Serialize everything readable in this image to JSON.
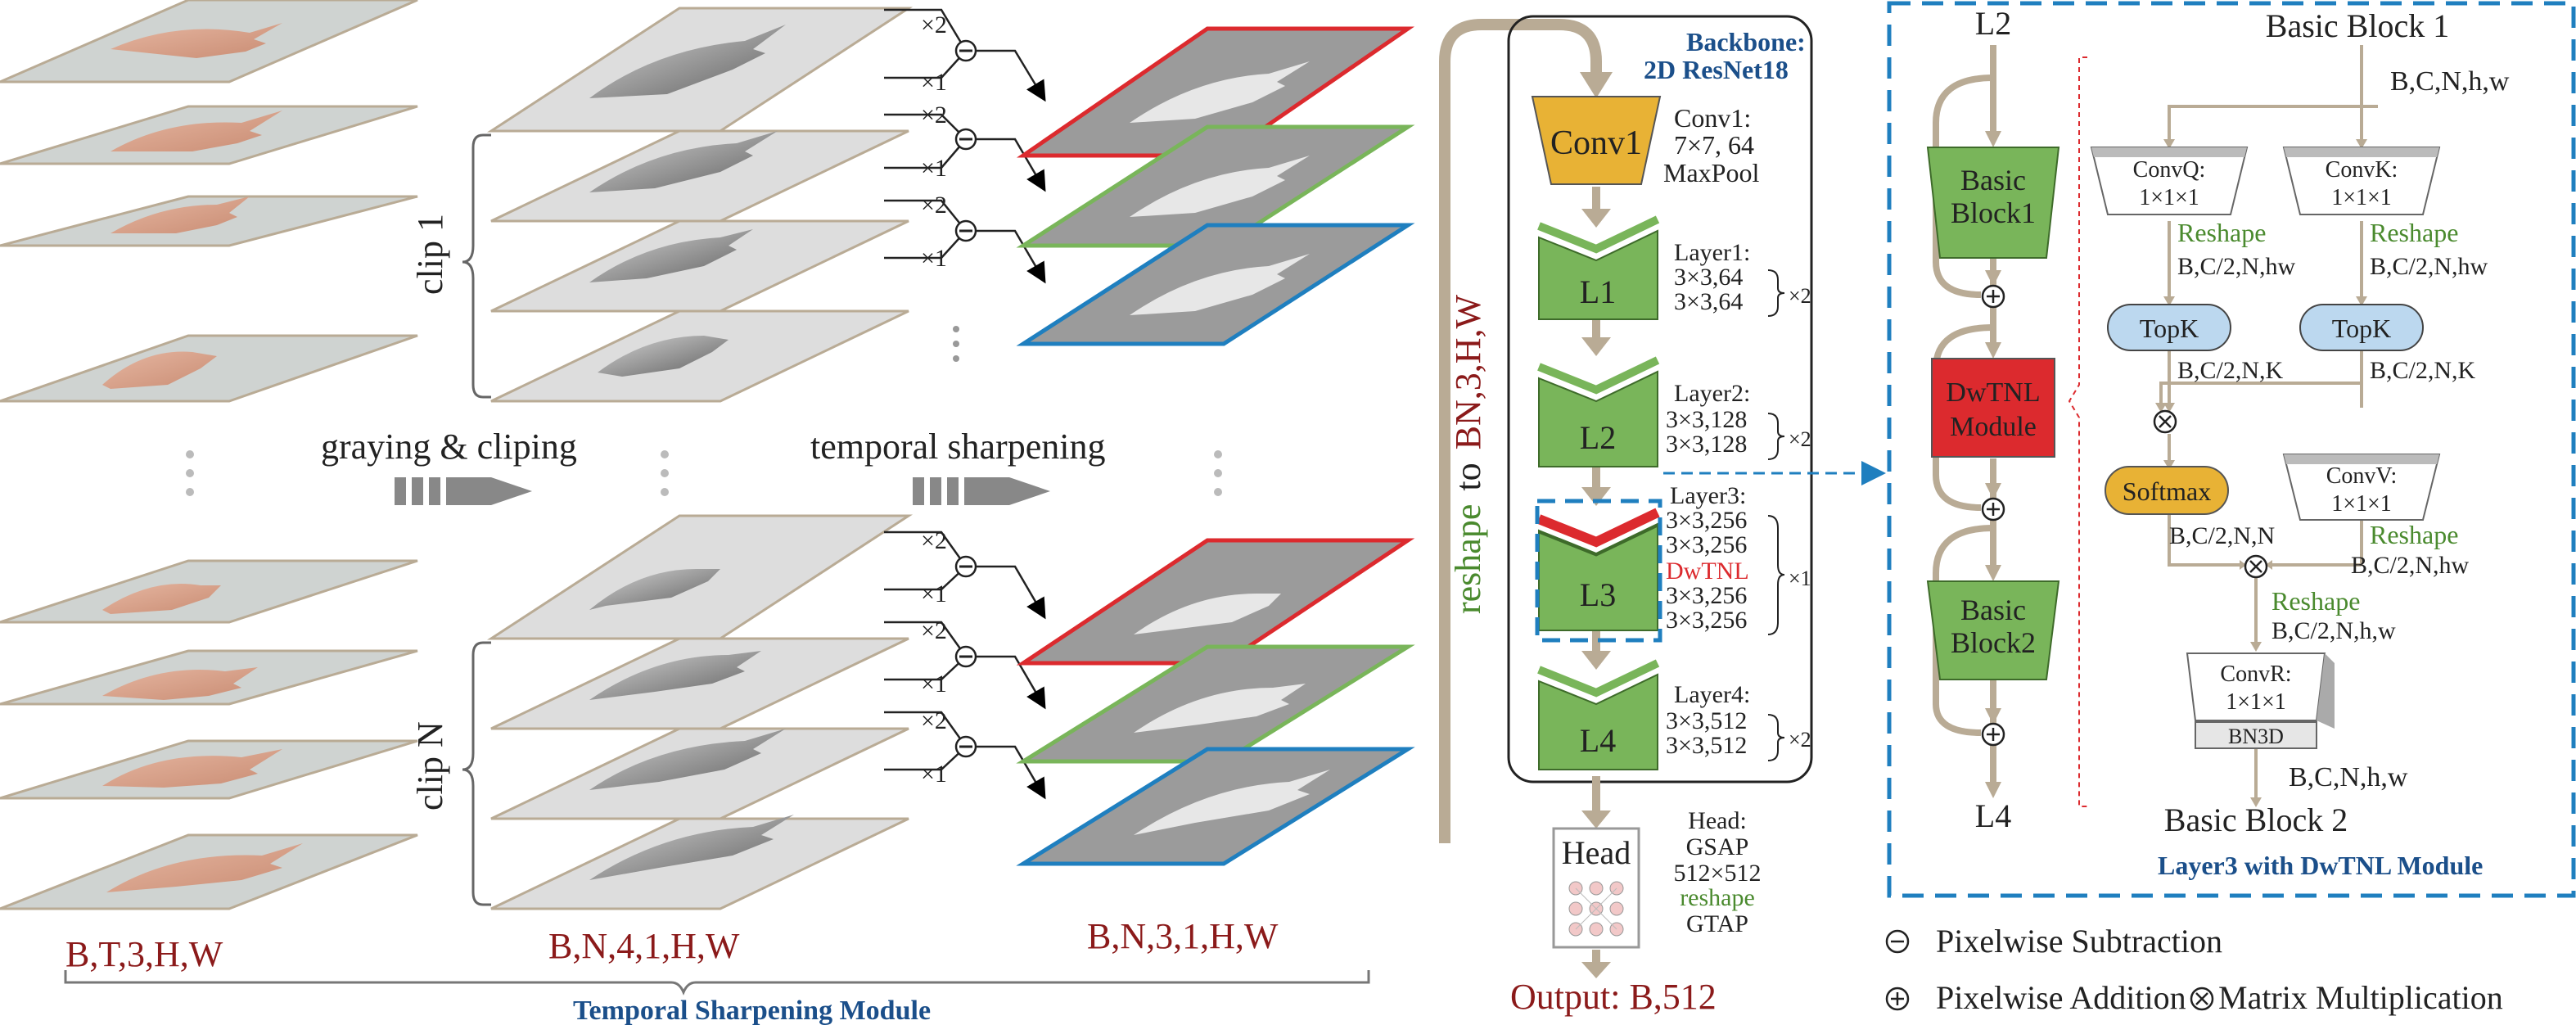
{
  "labels": {
    "tensor_input": "B,T,3,H,W",
    "tensor_gray": "B,N,4,1,H,W",
    "tensor_sharp": "B,N,3,1,H,W",
    "clip1": "clip 1",
    "clipN": "clip N",
    "graying": "graying & cliping",
    "temporal": "temporal sharpening",
    "tsm_title": "Temporal Sharpening Module",
    "reshape_text": "reshape",
    "reshape_to": "to",
    "reshape_shape": "BN,3,H,W",
    "x2": "×2",
    "x1": "×1",
    "dots": "⋮"
  },
  "backbone": {
    "title_line1": "Backbone:",
    "title_line2": "2D ResNet18",
    "conv1_block": "Conv1",
    "conv1_desc": [
      "Conv1:",
      "7×7, 64",
      "MaxPool"
    ],
    "l1_block": "L1",
    "l1_desc": [
      "Layer1:",
      "3×3,64",
      "3×3,64"
    ],
    "l2_block": "L2",
    "l2_desc": [
      "Layer2:",
      "3×3,128",
      "3×3,128"
    ],
    "l3_block": "L3",
    "l3_desc": [
      "Layer3:",
      "3×3,256",
      "3×3,256",
      "DwTNL",
      "3×3,256",
      "3×3,256"
    ],
    "l4_block": "L4",
    "l4_desc": [
      "Layer4:",
      "3×3,512",
      "3×3,512"
    ],
    "mult_x2": "×2",
    "mult_x1": "×1",
    "head_block": "Head",
    "head_desc": [
      "Head:",
      "GSAP",
      "512×512",
      "reshape",
      "GTAP"
    ],
    "output": "Output: B,512"
  },
  "dwtnl": {
    "l2": "L2",
    "l4": "L4",
    "basic_block1": [
      "Basic",
      "Block1"
    ],
    "dwtnl_module": [
      "DwTNL",
      "Module"
    ],
    "basic_block2": [
      "Basic",
      "Block2"
    ],
    "title_bb1": "Basic Block 1",
    "in_shape": "B,C,N,h,w",
    "convq": [
      "ConvQ:",
      "1×1×1"
    ],
    "convk": [
      "ConvK:",
      "1×1×1"
    ],
    "reshape": "Reshape",
    "shape_hw": "B,C/2,N,hw",
    "topk": "TopK",
    "shape_k": "B,C/2,N,K",
    "softmax": "Softmax",
    "convv": [
      "ConvV:",
      "1×1×1"
    ],
    "shape_n": "B,C/2,N,N",
    "shape_nhw": "B,C/2,N,h,w",
    "convr": [
      "ConvR:",
      "1×1×1"
    ],
    "bn3d": "BN3D",
    "out_shape": "B,C,N,h,w",
    "title_bb2": "Basic Block 2",
    "caption": "Layer3 with DwTNL Module"
  },
  "legend": {
    "sub": "Pixelwise Subtraction",
    "add": "Pixelwise Addition",
    "mul": "Matrix Multiplication"
  },
  "colors": {
    "tan": "#b9ab95",
    "green": "#79b55a",
    "yellow": "#e8b235",
    "red": "#dc2a2e",
    "blue": "#1f7fbf",
    "dark_red": "#8b1a1a",
    "text_green": "#4a8a2e",
    "caption_blue": "#1b4f8a",
    "topk_fill": "#bcd8ef"
  }
}
